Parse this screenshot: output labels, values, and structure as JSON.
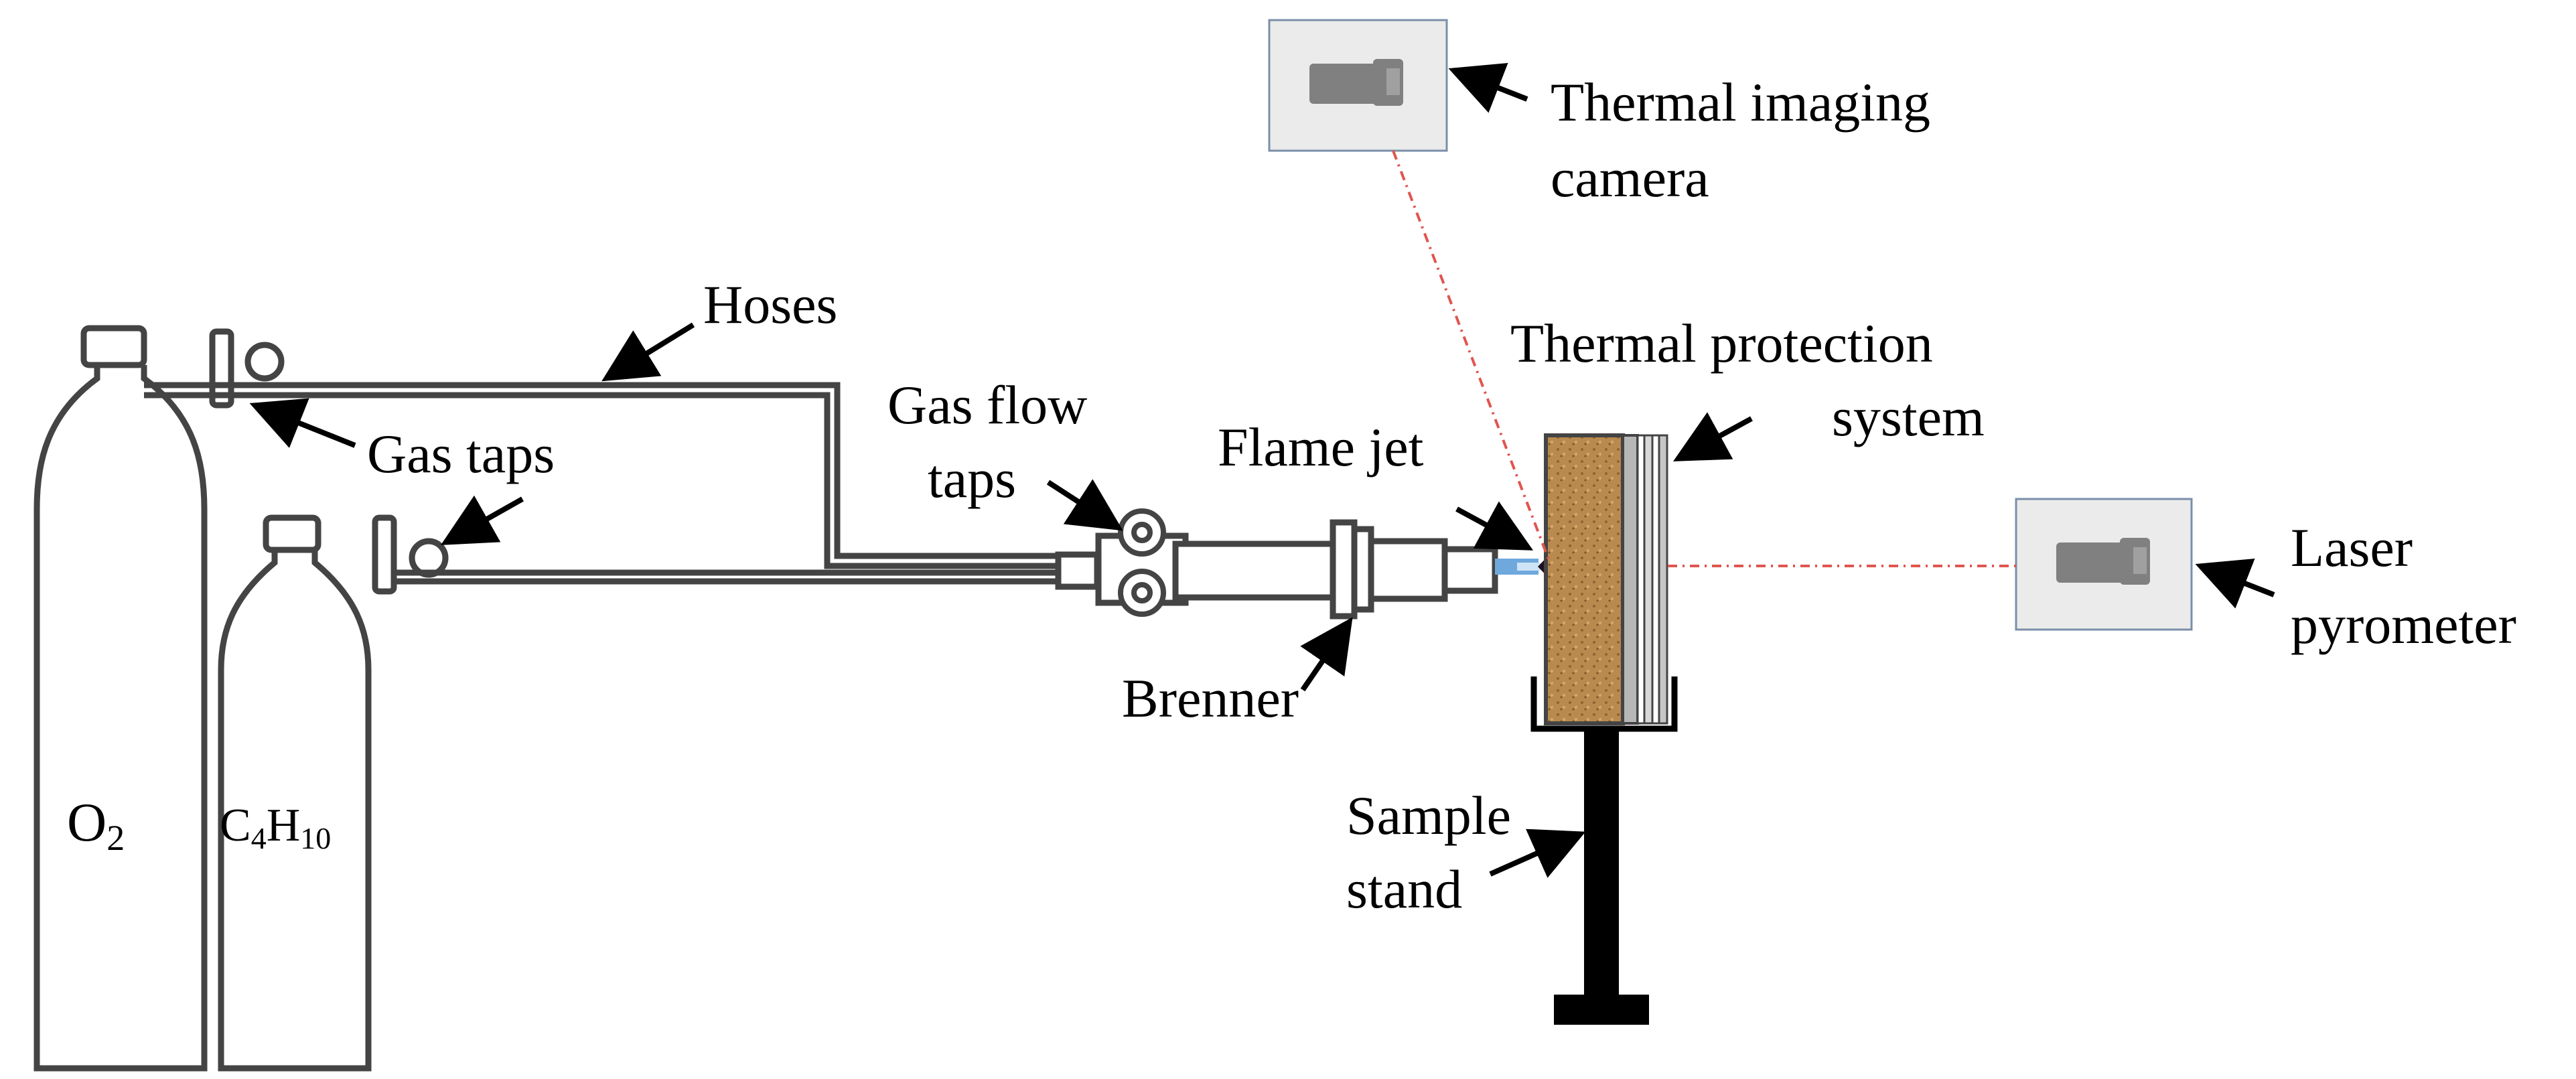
{
  "labels": {
    "hoses": "Hoses",
    "gas_taps": "Gas taps",
    "gas_flow_taps_line1": "Gas flow",
    "gas_flow_taps_line2": "taps",
    "flame_jet": "Flame jet",
    "brenner": "Brenner",
    "thermal_imaging_camera_line1": "Thermal imaging",
    "thermal_imaging_camera_line2": "camera",
    "thermal_protection_system_line1": "Thermal protection",
    "thermal_protection_system_line2": "system",
    "laser_pyrometer_line1": "Laser",
    "laser_pyrometer_line2": "pyrometer",
    "sample_stand_line1": "Sample",
    "sample_stand_line2": "stand"
  },
  "cylinders": {
    "oxygen": {
      "symbol": "O",
      "subscript": "2"
    },
    "butane": {
      "c": "C",
      "c_sub": "4",
      "h": "H",
      "h_sub": "10"
    }
  },
  "colors": {
    "line": "#444444",
    "sample_cork": "#b98a4f",
    "camera_box_bg": "#ebebeb",
    "camera_icon": "#808080",
    "laser_beam": "#e0554f",
    "flame": "#6fa8dc"
  },
  "icons": [
    "camera-icon",
    "camera-icon"
  ]
}
